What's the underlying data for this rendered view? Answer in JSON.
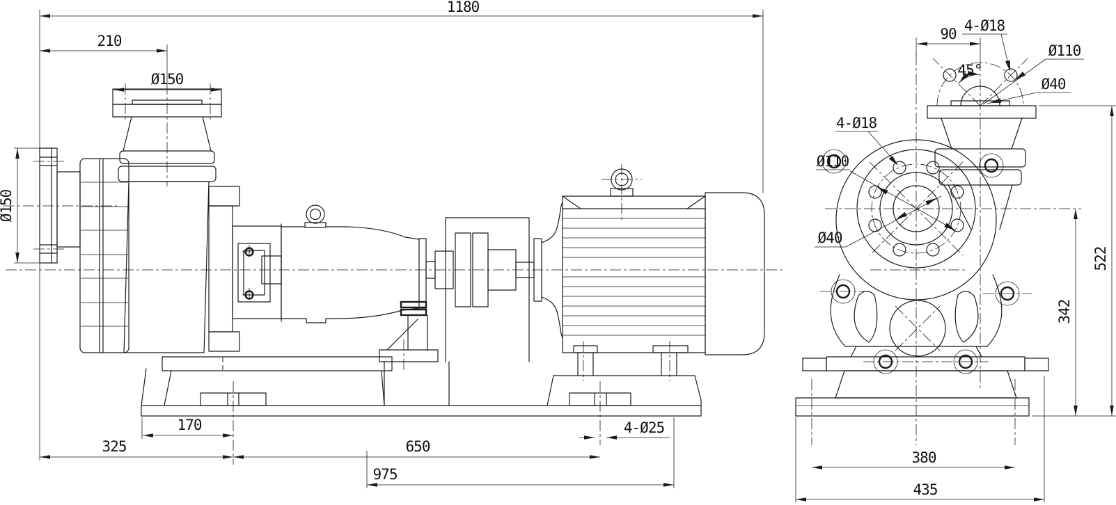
{
  "drawing": {
    "kind": "pump-unit-outline-drawing",
    "colors": {
      "line": "#1a1a1a",
      "background": "#ffffff"
    },
    "side_view": {
      "dims": {
        "overall_length": "1180",
        "suction_face_to_discharge_axis": "210",
        "discharge_flange_dia": "Ø150",
        "suction_flange_dia": "Ø150",
        "base_edge_to_slot": "170",
        "suction_face_to_slot": "325",
        "slot_spacing": "650",
        "slot_to_base_end": "975",
        "anchor_slots": "4-Ø25"
      }
    },
    "front_view": {
      "dims": {
        "discharge_offset": "90",
        "discharge_bolt_holes": "4-Ø18",
        "discharge_bolt_circle": "Ø110",
        "discharge_bore": "Ø40",
        "discharge_bolt_angle": "45°",
        "suction_bolt_holes": "4-Ø18",
        "suction_bolt_circle": "Ø110",
        "suction_bore": "Ø40",
        "overall_height": "522",
        "axis_height": "342",
        "base_slot_spacing": "380",
        "base_width": "435"
      }
    }
  }
}
